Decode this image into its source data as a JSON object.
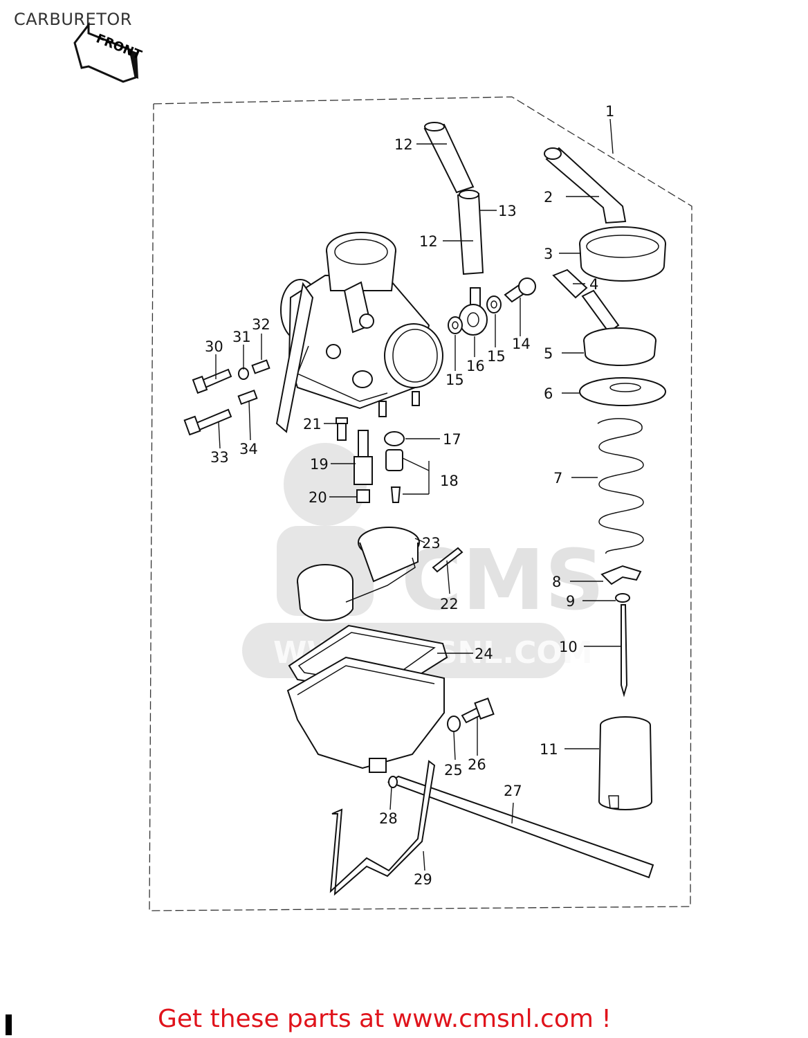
{
  "page": {
    "title": "CARBURETOR"
  },
  "front_sign": {
    "label": "FRONT"
  },
  "watermark": {
    "brand": "CMS",
    "url": "WWW.CMSNL.COM"
  },
  "footer": {
    "link_text": "Get these parts at www.cmsnl.com !"
  },
  "diagram": {
    "callouts": [
      "1",
      "2",
      "3",
      "4",
      "5",
      "6",
      "7",
      "8",
      "9",
      "10",
      "11",
      "12",
      "12",
      "13",
      "14",
      "15",
      "15",
      "16",
      "17",
      "18",
      "19",
      "20",
      "21",
      "22",
      "23",
      "24",
      "25",
      "26",
      "27",
      "28",
      "29",
      "30",
      "31",
      "32",
      "33",
      "34"
    ]
  }
}
